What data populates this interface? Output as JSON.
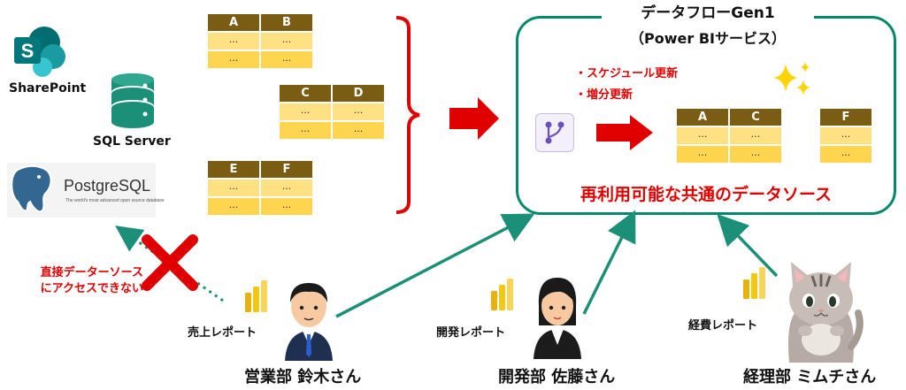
{
  "sources": {
    "sharepoint": "SharePoint",
    "sharepoint_letter": "S",
    "sql_server": "SQL Server",
    "postgresql": "PostgreSQL",
    "postgresql_tagline": "The world's most advanced open source database"
  },
  "tables": {
    "ab": {
      "cols": [
        "A",
        "B"
      ],
      "cell": "..."
    },
    "cd": {
      "cols": [
        "C",
        "D"
      ],
      "cell": "..."
    },
    "ef": {
      "cols": [
        "E",
        "F"
      ],
      "cell": "..."
    },
    "ac": {
      "cols": [
        "A",
        "C"
      ],
      "cell": "..."
    },
    "f": {
      "cols": [
        "F"
      ],
      "cell": "..."
    }
  },
  "dataflow": {
    "title": "データフローGen1",
    "subtitle": "（Power BIサービス）",
    "bullet1": "スケジュール更新",
    "bullet2": "増分更新",
    "bullet_mark": "・",
    "caption": "再利用可能な共通のデータソース"
  },
  "blocked": {
    "line1": "直接データーソース",
    "line2": "にアクセスできない"
  },
  "people": {
    "sales_report": "売上レポート",
    "sales_name": "営業部 鈴木さん",
    "dev_report": "開発レポート",
    "dev_name": "開発部 佐藤さん",
    "acct_report": "経費レポート",
    "acct_name": "経理部 ミムチさん"
  },
  "colors": {
    "teal": "#00896b",
    "red": "#e00000",
    "table_header": "#7a5c12",
    "table_cell": "#ffe082",
    "powerbi": "#f2c811"
  }
}
